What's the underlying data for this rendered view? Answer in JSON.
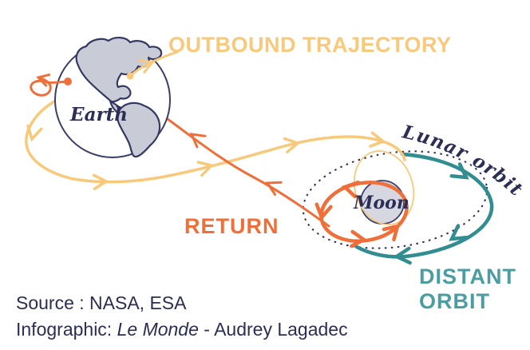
{
  "titles": {
    "outbound": "OUTBOUND TRAJECTORY",
    "return": "RETURN",
    "distant_orbit": "DISTANT ORBIT"
  },
  "map_labels": {
    "earth": "Earth",
    "moon": "Moon",
    "lunar_orbit": "Lunar orbit"
  },
  "credits": {
    "source": "Source : NASA, ESA",
    "infographic_prefix": "Infographic: ",
    "infographic_publication": "Le Monde",
    "infographic_suffix": " - Audrey Lagadec"
  },
  "colors": {
    "outbound_yellow": "#F8C97B",
    "return_orange": "#EF6F3A",
    "distant_teal_line": "#318D8F",
    "distant_teal_text": "#4A9DA0",
    "navy_text": "#2B2D52",
    "moon_fill": "#D6D7E1",
    "land_fill": "#C9CBD6"
  },
  "icons": {
    "earth_globe": "earth-globe",
    "moon_disc": "moon-disc",
    "launch_point": "launch-point-dot",
    "landing_point": "landing-point-dot"
  }
}
